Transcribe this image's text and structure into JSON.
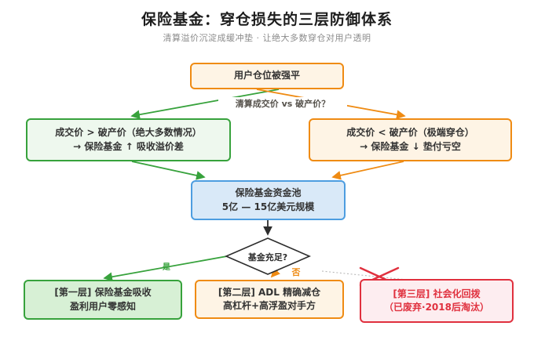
{
  "header": {
    "title": "保险基金：穿仓损失的三层防御体系",
    "subtitle": "清算溢价沉淀成缓冲垫 · 让绝大多数穿仓对用户透明"
  },
  "flow": {
    "top": {
      "label": "用户仓位被强平"
    },
    "branch_left": {
      "line1": "成交价 > 破产价（绝大多数情况）",
      "line2": "→ 保险基金 ↑ 吸收溢价差"
    },
    "branch_right": {
      "line1": "成交价 < 破产价（极端穿仓）",
      "line2": "→ 保险基金 ↓ 垫付亏空"
    },
    "pool": {
      "line1": "保险基金资金池",
      "line2": "5亿 — 15亿美元规模"
    },
    "decision": {
      "label": "基金充足?"
    },
    "tier1": {
      "line1": "[第一层] 保险基金吸收",
      "line2": "盈利用户零感知"
    },
    "tier2": {
      "line1": "[第二层] ADL 精确减仓",
      "line2": "高杠杆+高浮盈对手方"
    },
    "tier3": {
      "line1": "[第三层] 社会化回拨",
      "line2": "（已废弃·2018后淘汰）"
    }
  },
  "edges": {
    "compare_label": "清算成交价 vs 破产价？",
    "yes_label": "是",
    "no_label": "否"
  },
  "colors": {
    "green": "#37a23c",
    "orange": "#ef8b13",
    "blue": "#4d9de0",
    "red": "#e0303e",
    "ink": "#2d2d2d",
    "gray": "#b9b9b9",
    "creamFill": "#fef4e5",
    "greenFillLight": "#eef8ee",
    "greenFillMid": "#d7f0d5",
    "blueFill": "#d9e9f8",
    "pinkFill": "#fdedf0"
  }
}
